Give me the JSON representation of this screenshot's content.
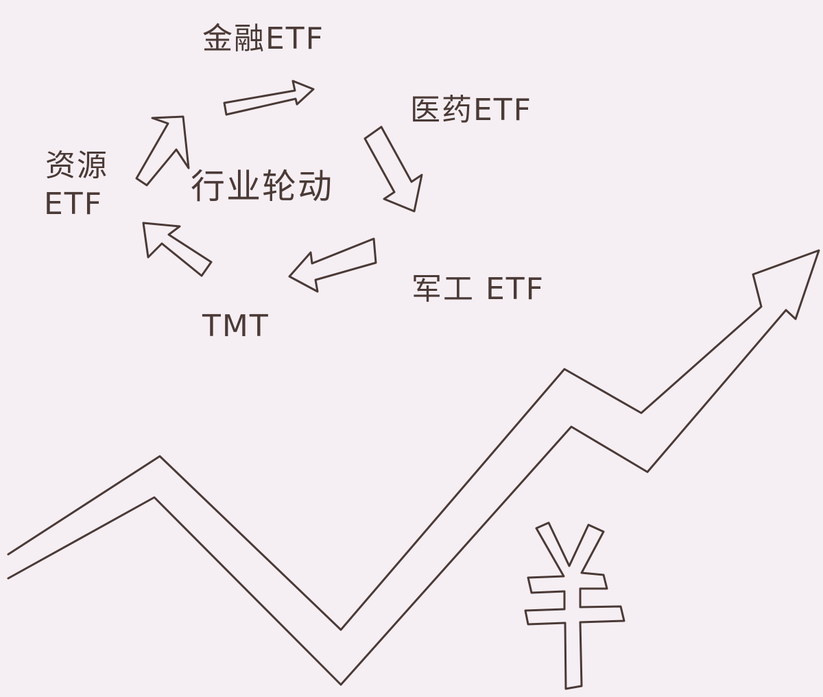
{
  "diagram": {
    "center_label": "行业轮动",
    "nodes": [
      {
        "id": "finance",
        "label": "金融ETF"
      },
      {
        "id": "pharma",
        "label": "医药ETF"
      },
      {
        "id": "military",
        "label": "军工 ETF"
      },
      {
        "id": "tmt",
        "label": "TMT"
      },
      {
        "id": "resources",
        "label_line1": "资源",
        "label_line2": "ETF"
      }
    ],
    "cycle_order": [
      "finance",
      "pharma",
      "military",
      "tmt",
      "resources"
    ]
  },
  "currency_symbol": "¥",
  "trend": {
    "direction": "up",
    "icon": "rising-trend-arrow-icon"
  },
  "colors": {
    "ink": "#4a3a36",
    "paper": "#f5eef3"
  }
}
